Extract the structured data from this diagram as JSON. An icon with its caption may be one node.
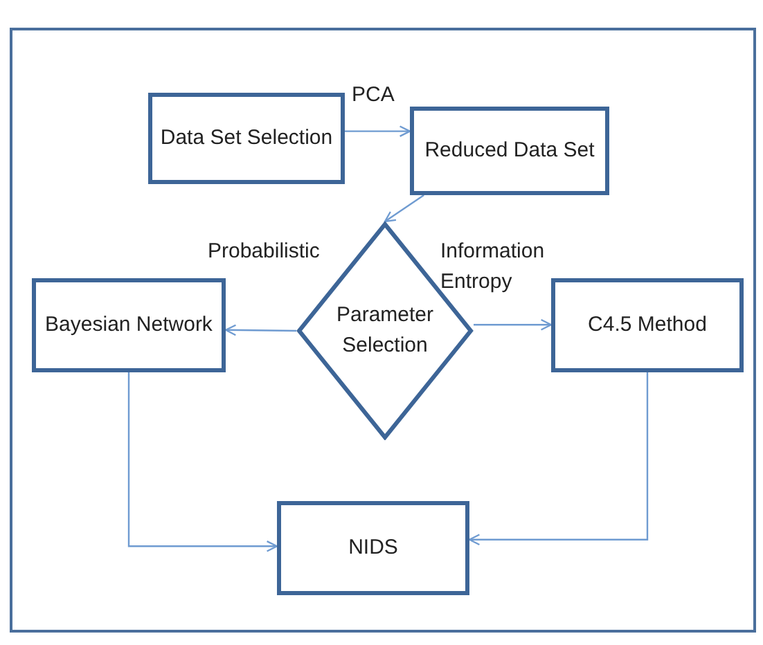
{
  "diagram": {
    "nodes": [
      {
        "text": [
          "Data Set Selection"
        ]
      },
      {
        "text": [
          "Reduced Data Set"
        ]
      },
      {
        "text": [
          "Parameter Selection"
        ]
      },
      {
        "text": [
          "Bayesian Network"
        ]
      },
      {
        "text": [
          "C4.5 Method"
        ]
      },
      {
        "text": [
          "NIDS"
        ]
      }
    ],
    "edges": [
      {
        "from": 0,
        "to": 1,
        "arrow": "to",
        "label": "PCA"
      },
      {
        "from": 1,
        "to": 2,
        "arrow": "to"
      },
      {
        "from": 2,
        "to": 3,
        "arrow": "to",
        "label": "Probabilistic"
      },
      {
        "from": 2,
        "to": 4,
        "arrow": "to",
        "label": "Information Entropy"
      },
      {
        "from": 3,
        "to": 5,
        "arrow": "to"
      },
      {
        "from": 4,
        "to": 5,
        "arrow": "to"
      }
    ]
  }
}
